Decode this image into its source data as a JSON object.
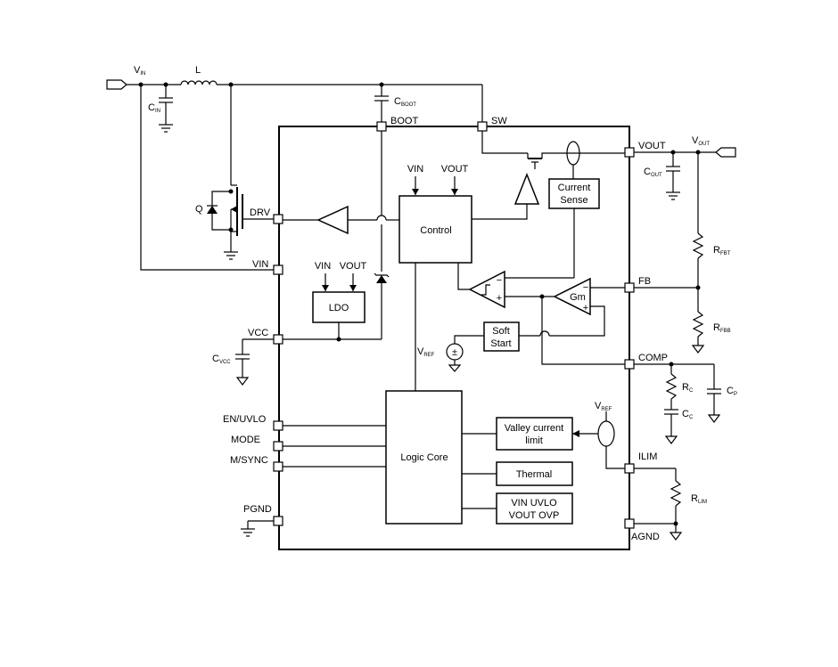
{
  "external": {
    "vin": {
      "main": "V",
      "sub": "IN"
    },
    "inductor": "L",
    "cin": {
      "main": "C",
      "sub": "IN"
    },
    "cboot": {
      "main": "C",
      "sub": "BOOT"
    },
    "vout": {
      "main": "V",
      "sub": "OUT"
    },
    "cout": {
      "main": "C",
      "sub": "OUT"
    },
    "rfbt": {
      "main": "R",
      "sub": "FBT"
    },
    "rfbb": {
      "main": "R",
      "sub": "FBB"
    },
    "q": "Q",
    "cvcc": {
      "main": "C",
      "sub": "VCC"
    },
    "rc": {
      "main": "R",
      "sub": "C"
    },
    "cc": {
      "main": "C",
      "sub": "C"
    },
    "cp": {
      "main": "C",
      "sub": "P"
    },
    "rlim": {
      "main": "R",
      "sub": "LIM"
    }
  },
  "pins": {
    "boot": "BOOT",
    "sw": "SW",
    "vout": "VOUT",
    "drv": "DRV",
    "vin": "VIN",
    "vcc": "VCC",
    "fb": "FB",
    "comp": "COMP",
    "en_uvlo": "EN/UVLO",
    "mode": "MODE",
    "m_sync": "M/SYNC",
    "ilim": "ILIM",
    "pgnd": "PGND",
    "agnd": "AGND"
  },
  "blocks": {
    "control": "Control",
    "control_vin": "VIN",
    "control_vout": "VOUT",
    "current_sense": [
      "Current",
      "Sense"
    ],
    "ldo": "LDO",
    "ldo_vin": "VIN",
    "ldo_vout": "VOUT",
    "gm": "Gm",
    "soft_start": [
      "Soft",
      "Start"
    ],
    "vref": {
      "main": "V",
      "sub": "REF"
    },
    "logic_core": "Logic Core",
    "valley_current": [
      "Valley current",
      "limit"
    ],
    "thermal": "Thermal",
    "protect": [
      "VIN UVLO",
      "VOUT OVP"
    ],
    "vref_ilim": {
      "main": "V",
      "sub": "REF"
    }
  },
  "symbols": {
    "comparator_minus": "−",
    "comparator_plus": "+",
    "gm_minus": "−",
    "gm_plus": "+",
    "source_sign": "±"
  }
}
